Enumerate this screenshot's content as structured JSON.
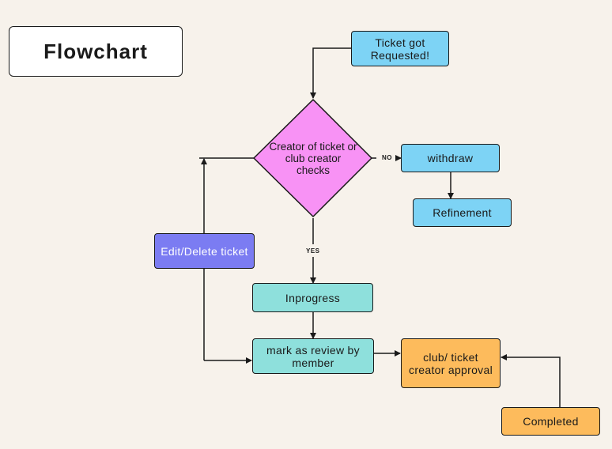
{
  "title": "Flowchart",
  "nodes": {
    "ticket_requested": "Ticket got Requested!",
    "decision": "Creator of ticket or club creator checks",
    "withdraw": "withdraw",
    "refinement": "Refinement",
    "edit_delete": "Edit/Delete ticket",
    "inprogress": "Inprogress",
    "mark_review": "mark as review by member",
    "approval": "club/ ticket creator approval",
    "completed": "Completed"
  },
  "edge_labels": {
    "no": "NO",
    "yes": "YES"
  },
  "colors": {
    "background": "#f7f2eb",
    "blue": "#7dd3f5",
    "pink": "#f892f5",
    "purple": "#7b7cf2",
    "teal": "#8ee0dc",
    "orange": "#fdbb5c"
  }
}
